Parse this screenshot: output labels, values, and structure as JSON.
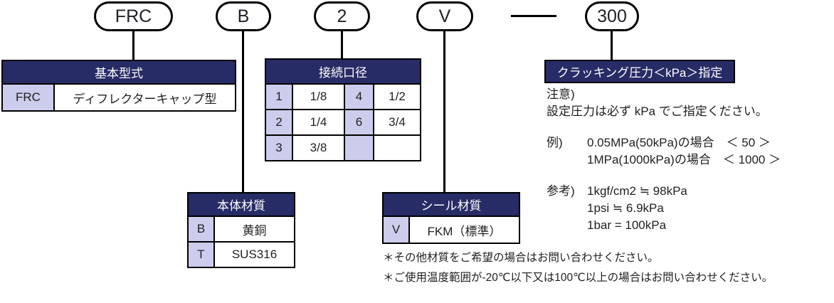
{
  "code_pills": {
    "segments": [
      "FRC",
      "B",
      "2",
      "V",
      "300"
    ],
    "separator_glyph": "—"
  },
  "basic_type_table": {
    "title": "基本型式",
    "rows": [
      {
        "code": "FRC",
        "value": "ディフレクターキャップ型"
      }
    ]
  },
  "port_size_table": {
    "title": "接続口径",
    "rows": [
      [
        "1",
        "1/8",
        "4",
        "1/2"
      ],
      [
        "2",
        "1/4",
        "6",
        "3/4"
      ],
      [
        "3",
        "3/8",
        "",
        ""
      ]
    ]
  },
  "body_material_table": {
    "title": "本体材質",
    "rows": [
      {
        "code": "B",
        "value": "黄銅"
      },
      {
        "code": "T",
        "value": "SUS316"
      }
    ]
  },
  "seal_material_table": {
    "title": "シール材質",
    "rows": [
      {
        "code": "V",
        "value": "FKM（標準）"
      }
    ]
  },
  "cracking_pressure": {
    "title": "クラッキング圧力＜kPa＞指定",
    "caution_label": "注意)",
    "caution_text": "設定圧力は必ず kPa でご指定ください。",
    "example_label": "例)",
    "example_lines": [
      "0.05MPa(50kPa)の場合　＜ 50 ＞",
      "1MPa(1000kPa)の場合　＜ 1000 ＞"
    ],
    "reference_label": "参考)",
    "reference_lines": [
      "1kgf/cm2 ≒ 98kPa",
      "1psi ≒ 6.9kPa",
      "1bar = 100kPa"
    ]
  },
  "footnotes": [
    "＊その他材質をご希望の場合はお問い合わせください。",
    "＊ご使用温度範囲が-20℃以下又は100℃以上の場合はお問い合わせください。"
  ],
  "colors": {
    "header_bg": "#272b66",
    "code_cell_bg": "#ccccec",
    "line_color": "#000000"
  }
}
